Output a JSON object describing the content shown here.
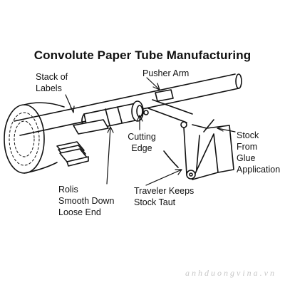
{
  "title": "Convolute Paper Tube Manufacturing",
  "labels": {
    "stack_of_labels": [
      "Stack of",
      "Labels"
    ],
    "pusher_arm": [
      "Pusher Arm"
    ],
    "cutting_edge": [
      "Cutting",
      "Edge"
    ],
    "stock_from_glue": [
      "Stock",
      "From",
      "Glue",
      "Application"
    ],
    "rolis_smooth": [
      "Rolis",
      "Smooth Down",
      "Loose End"
    ],
    "traveler_keeps": [
      "Traveler Keeps",
      "Stock Taut"
    ]
  },
  "watermark": "anhduongvina.vn"
}
